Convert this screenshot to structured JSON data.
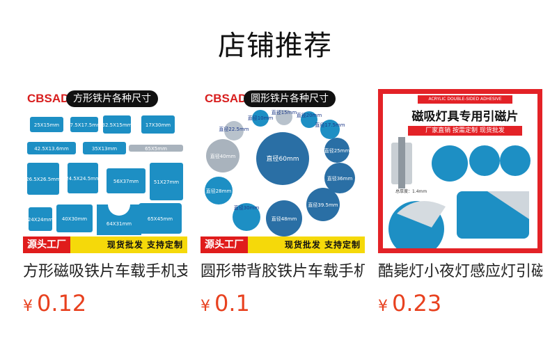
{
  "section": {
    "title": "店铺推荐"
  },
  "products": [
    {
      "name": "方形磁吸铁片车载手机支架",
      "currency": "¥",
      "price": "0.12",
      "image": {
        "brand": "CBSAD",
        "headline": "方形铁片各种尺寸",
        "source_label": "源头工厂",
        "slogan": "现货批发 支持定制",
        "sizes": [
          "25X15mm",
          "17.5X17.5mm",
          "32.5X15mm",
          "17X30mm",
          "42.5X13.6mm",
          "35X13mm",
          "65X5mm",
          "26.5X26.5mm",
          "24.5X24.5mm",
          "56X37mm",
          "51X27mm",
          "24X24mm",
          "40X30mm",
          "64X31mm",
          "65X45mm"
        ]
      }
    },
    {
      "name": "圆形带背胶铁片车载手机支架",
      "currency": "¥",
      "price": "0.1",
      "image": {
        "brand": "CBSAD",
        "headline": "圆形铁片各种尺寸",
        "source_label": "源头工厂",
        "slogan": "现货批发 支持定制",
        "sizes": [
          "直径10mm",
          "直径15mm",
          "直径20mm",
          "直径22.5mm",
          "直径17.5mm",
          "直径40mm",
          "直径60mm",
          "直径25mm",
          "直径36mm",
          "直径28mm",
          "直径39.5mm",
          "直径30mm",
          "直径48mm"
        ]
      }
    },
    {
      "name": "酷毙灯小夜灯感应灯引磁片",
      "currency": "¥",
      "price": "0.23",
      "image": {
        "top_label": "ACRYLIC DOUBLE-SIDED ADHESIVE",
        "headline": "磁吸灯具专用引磁片",
        "subline": "厂家直销 按需定制 现货批发",
        "thickness": "总厚度：1.4mm"
      }
    }
  ],
  "colors": {
    "price": "#e8411f",
    "accent_red": "#e01c1c",
    "yellow": "#f5d90a",
    "plate_blue": "#1d8fc4"
  }
}
